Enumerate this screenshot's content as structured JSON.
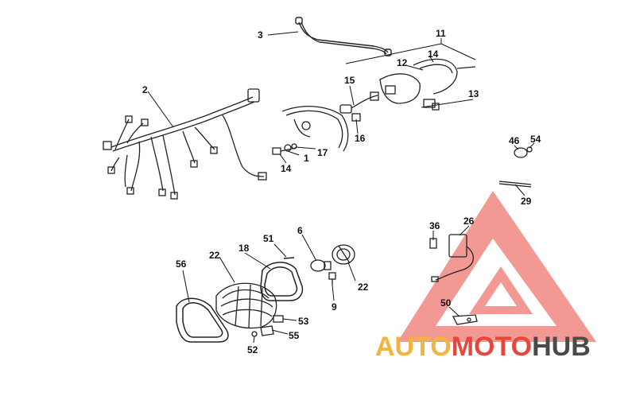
{
  "diagram": {
    "part_labels": [
      "3",
      "11",
      "14",
      "12",
      "2",
      "15",
      "13",
      "16",
      "17",
      "1",
      "14",
      "46",
      "54",
      "29",
      "6",
      "51",
      "18",
      "22",
      "56",
      "22",
      "36",
      "26",
      "9",
      "50",
      "53",
      "55",
      "52"
    ]
  },
  "watermark": {
    "word_part_1": "AUTO",
    "word_part_2": "MOTO",
    "word_part_3": "HUB",
    "colors": {
      "auto": "#f3b340",
      "moto": "#e8463c",
      "hub": "#4a4a4a",
      "triangle": "#e8463c"
    }
  }
}
